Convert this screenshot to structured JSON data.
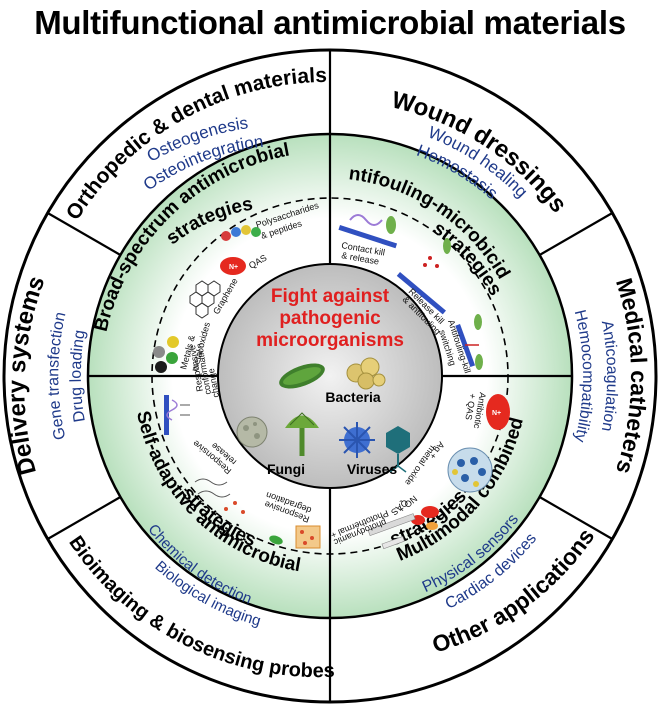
{
  "title": "Multifunctional antimicrobial materials",
  "center": {
    "title_lines": [
      "Fight against",
      "pathogenic",
      "microorganisms"
    ],
    "organisms": [
      "Bacteria",
      "Fungi",
      "Viruses"
    ]
  },
  "applications": [
    {
      "title": "Wound dressings",
      "subs": [
        "Wound healing",
        "Hemostasis"
      ]
    },
    {
      "title": "Medical catheters",
      "subs": [
        "Anticoagulation",
        "Hemocompatibility"
      ]
    },
    {
      "title": "Other applications",
      "subs": [
        "Cardiac devices",
        "Physical sensors"
      ]
    },
    {
      "title": "Bioimaging & biosensing probes",
      "subs": [
        "Biological imaging",
        "Chemical detection"
      ]
    },
    {
      "title": "Delivery systems",
      "subs": [
        "Gene transfection",
        "Drug loading"
      ]
    },
    {
      "title": "Orthopedic & dental materials",
      "subs": [
        "Osteogenesis",
        "Osteointegration"
      ]
    }
  ],
  "strategies": [
    {
      "lines": [
        "Antifouling-microbicidal",
        "strategies"
      ]
    },
    {
      "lines": [
        "Multimodal combined",
        "strategies"
      ]
    },
    {
      "lines": [
        "Self-adaptive antimicrobial",
        "strategies"
      ]
    },
    {
      "lines": [
        "Broad-spectrum antimicrobial",
        "strategies"
      ]
    }
  ],
  "strategy_items": {
    "broad": [
      "Polysaccharides",
      "& peptides",
      "QAS",
      "Graphene",
      "Metals &",
      "metal oxides"
    ],
    "antifouling": [
      "Contact kill",
      "& release",
      "Release kill",
      "& antifouling",
      "Antifouling-kill",
      "switching"
    ],
    "multimodal": [
      "Antibiotic",
      "+ QAS",
      "Ag +",
      "metal oxide",
      "NO +",
      "QAS",
      "Photothermal +",
      "photodynamic"
    ],
    "selfadaptive": [
      "Responsive",
      "degradation",
      "Responsive",
      "release",
      "Responsive",
      "conformation",
      "change"
    ]
  },
  "colors": {
    "outer_ring": "#ffffff",
    "inner_ring": "#c9e8cc",
    "center": "#e3e3e3",
    "title_red": "#e02020",
    "sub_blue": "#1f3a8a"
  }
}
